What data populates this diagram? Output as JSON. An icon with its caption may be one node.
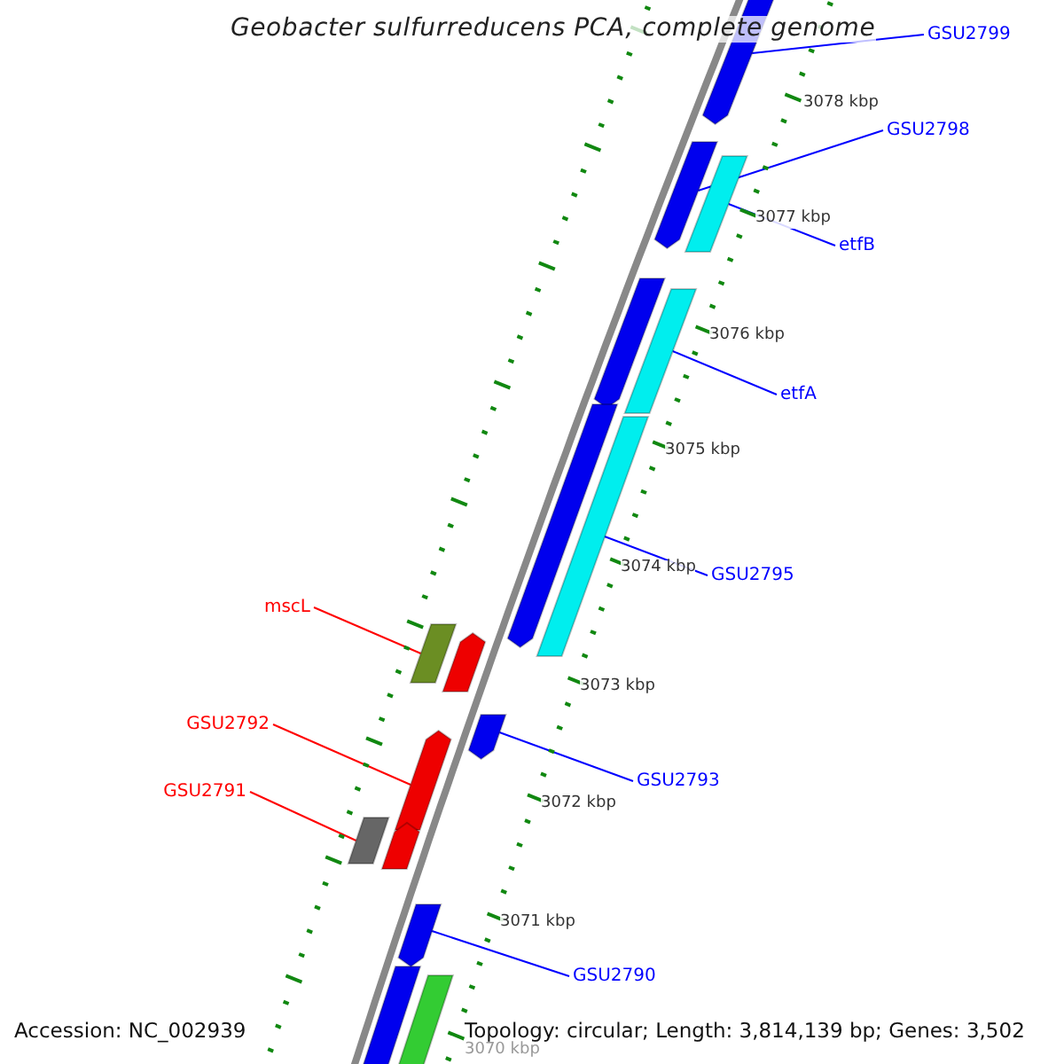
{
  "diagram": {
    "title": "Geobacter sulfurreducens PCA, complete genome",
    "nodes": [
      {
        "text": [
          "GSU2799"
        ]
      },
      {
        "text": [
          "GSU2798"
        ]
      },
      {
        "text": [
          "etfB"
        ]
      },
      {
        "text": [
          "etfA"
        ]
      },
      {
        "text": [
          "GSU2795"
        ]
      },
      {
        "text": [
          "mscL"
        ]
      },
      {
        "text": [
          "GSU2792"
        ]
      },
      {
        "text": [
          "GSU2793"
        ]
      },
      {
        "text": [
          "GSU2791"
        ]
      },
      {
        "text": [
          "GSU2790"
        ]
      },
      {
        "text": [],
        "shape": "bar"
      },
      {
        "text": [],
        "shape": "bar"
      },
      {
        "text": [],
        "shape": "bar"
      },
      {
        "text": [],
        "shape": "bar"
      },
      {
        "text": [],
        "shape": "bar"
      },
      {
        "text": [],
        "shape": "bar"
      },
      {
        "text": [],
        "shape": "bar"
      },
      {
        "text": [],
        "shape": "bar"
      },
      {
        "text": [],
        "shape": "bar"
      },
      {
        "text": [],
        "shape": "bar"
      },
      {
        "text": [],
        "shape": "bar"
      },
      {
        "text": [],
        "shape": "bar"
      },
      {
        "text": [],
        "shape": "bar"
      },
      {
        "text": [],
        "shape": "bar"
      },
      {
        "text": [],
        "shape": "bar"
      },
      {
        "text": [],
        "shape": "bar"
      }
    ],
    "edges": [
      {
        "from": 0,
        "to": 10,
        "arrow": "none"
      },
      {
        "from": 1,
        "to": 11,
        "arrow": "none"
      },
      {
        "from": 2,
        "to": 12,
        "arrow": "none"
      },
      {
        "from": 3,
        "to": 14,
        "arrow": "none"
      },
      {
        "from": 4,
        "to": 16,
        "arrow": "none"
      },
      {
        "from": 5,
        "to": 17,
        "arrow": "none",
        "color": "#ff0000"
      },
      {
        "from": 6,
        "to": 20,
        "arrow": "none",
        "color": "#ff0000"
      },
      {
        "from": 7,
        "to": 19,
        "arrow": "none"
      },
      {
        "from": 8,
        "to": 21,
        "arrow": "none",
        "color": "#ff0000"
      },
      {
        "from": 9,
        "to": 23,
        "arrow": "none"
      }
    ],
    "labels": [
      "3078 kbp",
      "3077 kbp",
      "3076 kbp",
      "3075 kbp",
      "3074 kbp",
      "3073 kbp",
      "3072 kbp",
      "3071 kbp",
      "Accession: NC_002939",
      "Topology: circular; Length: 3,814,139 bp; Genes: 3,502",
      "3070 kbp"
    ]
  }
}
